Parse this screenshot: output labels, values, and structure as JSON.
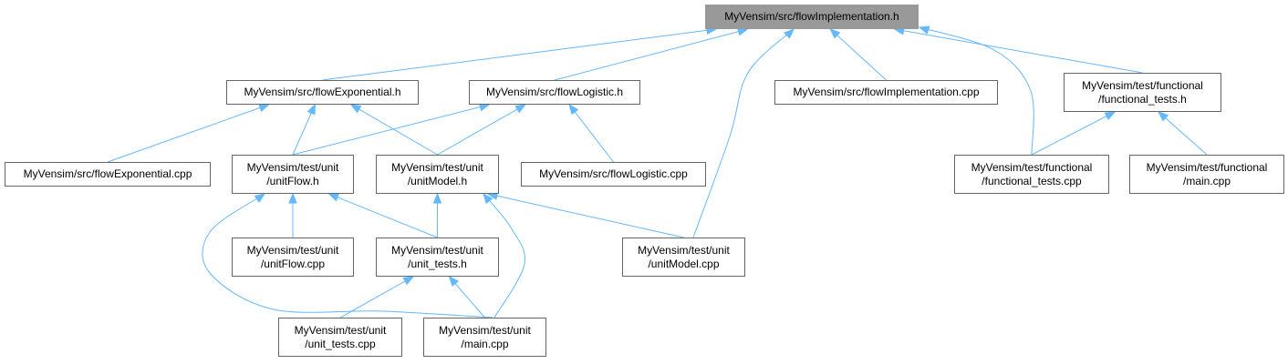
{
  "colors": {
    "edge": "#63b8ff",
    "node_border": "#666666",
    "root_fill": "#999999",
    "background": "#ffffff"
  },
  "nodes": [
    {
      "id": "root",
      "lines": [
        "MyVensim/src/flowImplementation.h"
      ],
      "highlighted": true
    },
    {
      "id": "flowExponential_h",
      "lines": [
        "MyVensim/src/flowExponential.h"
      ]
    },
    {
      "id": "flowLogistic_h",
      "lines": [
        "MyVensim/src/flowLogistic.h"
      ]
    },
    {
      "id": "flowImplementation_cpp",
      "lines": [
        "MyVensim/src/flowImplementation.cpp"
      ]
    },
    {
      "id": "functional_tests_h",
      "lines": [
        "MyVensim/test/functional",
        "/functional_tests.h"
      ]
    },
    {
      "id": "flowExponential_cpp",
      "lines": [
        "MyVensim/src/flowExponential.cpp"
      ]
    },
    {
      "id": "unitFlow_h",
      "lines": [
        "MyVensim/test/unit",
        "/unitFlow.h"
      ]
    },
    {
      "id": "unitModel_h",
      "lines": [
        "MyVensim/test/unit",
        "/unitModel.h"
      ]
    },
    {
      "id": "flowLogistic_cpp",
      "lines": [
        "MyVensim/src/flowLogistic.cpp"
      ]
    },
    {
      "id": "functional_tests_cpp",
      "lines": [
        "MyVensim/test/functional",
        "/functional_tests.cpp"
      ]
    },
    {
      "id": "functional_main_cpp",
      "lines": [
        "MyVensim/test/functional",
        "/main.cpp"
      ]
    },
    {
      "id": "unitFlow_cpp",
      "lines": [
        "MyVensim/test/unit",
        "/unitFlow.cpp"
      ]
    },
    {
      "id": "unit_tests_h",
      "lines": [
        "MyVensim/test/unit",
        "/unit_tests.h"
      ]
    },
    {
      "id": "unitModel_cpp",
      "lines": [
        "MyVensim/test/unit",
        "/unitModel.cpp"
      ]
    },
    {
      "id": "unit_tests_cpp",
      "lines": [
        "MyVensim/test/unit",
        "/unit_tests.cpp"
      ]
    },
    {
      "id": "unit_main_cpp",
      "lines": [
        "MyVensim/test/unit",
        "/main.cpp"
      ]
    }
  ],
  "edges": [
    {
      "from": "flowExponential_h",
      "to": "root"
    },
    {
      "from": "flowLogistic_h",
      "to": "root"
    },
    {
      "from": "unitModel_cpp",
      "to": "root"
    },
    {
      "from": "flowImplementation_cpp",
      "to": "root"
    },
    {
      "from": "functional_tests_h",
      "to": "root"
    },
    {
      "from": "functional_tests_cpp",
      "to": "root"
    },
    {
      "from": "flowExponential_cpp",
      "to": "flowExponential_h"
    },
    {
      "from": "unitFlow_h",
      "to": "flowExponential_h"
    },
    {
      "from": "unitModel_h",
      "to": "flowExponential_h"
    },
    {
      "from": "unitFlow_h",
      "to": "flowLogistic_h"
    },
    {
      "from": "unitModel_h",
      "to": "flowLogistic_h"
    },
    {
      "from": "flowLogistic_cpp",
      "to": "flowLogistic_h"
    },
    {
      "from": "functional_tests_cpp",
      "to": "functional_tests_h"
    },
    {
      "from": "functional_main_cpp",
      "to": "functional_tests_h"
    },
    {
      "from": "unitFlow_cpp",
      "to": "unitFlow_h"
    },
    {
      "from": "unit_tests_h",
      "to": "unitFlow_h"
    },
    {
      "from": "unit_main_cpp",
      "to": "unitFlow_h"
    },
    {
      "from": "unit_tests_h",
      "to": "unitModel_h"
    },
    {
      "from": "unitModel_cpp",
      "to": "unitModel_h"
    },
    {
      "from": "unit_main_cpp",
      "to": "unitModel_h"
    },
    {
      "from": "unit_tests_cpp",
      "to": "unit_tests_h"
    },
    {
      "from": "unit_main_cpp",
      "to": "unit_tests_h"
    }
  ]
}
